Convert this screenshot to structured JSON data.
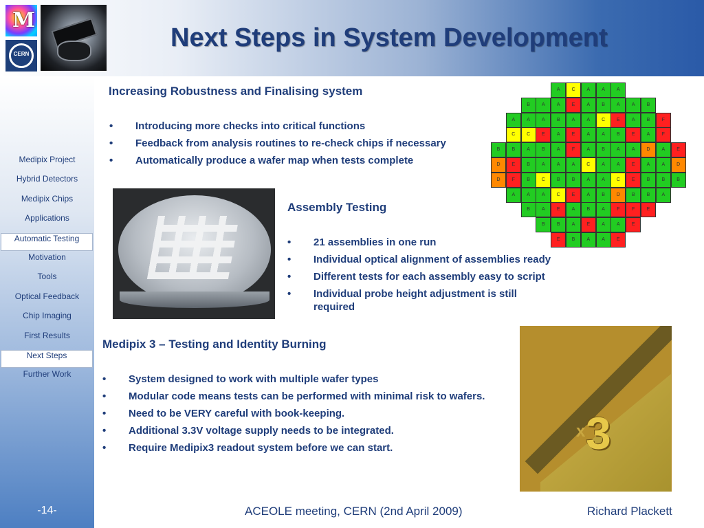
{
  "header": {
    "title": "Next Steps in System Development",
    "logo_top_text": "M",
    "logo_cern_text": "CERN"
  },
  "sidebar": {
    "items": [
      {
        "label": "Medipix Project",
        "active": false
      },
      {
        "label": "Hybrid Detectors",
        "active": false
      },
      {
        "label": "Medipix Chips",
        "active": false
      },
      {
        "label": "Applications",
        "active": false
      },
      {
        "label": "Automatic Testing",
        "active": true
      },
      {
        "label": "Motivation",
        "active": false
      },
      {
        "label": "Tools",
        "active": false
      },
      {
        "label": "Optical Feedback",
        "active": false
      },
      {
        "label": "Chip Imaging",
        "active": false
      },
      {
        "label": "First Results",
        "active": false
      },
      {
        "label": "Next Steps",
        "active": true
      },
      {
        "label": "Further Work",
        "active": false
      }
    ],
    "page_number": "-14-"
  },
  "section1": {
    "heading": "Increasing Robustness and Finalising system",
    "bullets": [
      "Introducing more checks into critical functions",
      "Feedback from analysis routines to re-check chips if necessary",
      "Automatically produce a wafer map when tests complete"
    ]
  },
  "section2": {
    "heading": "Assembly Testing",
    "bullets": [
      "21 assemblies in one run",
      "Individual optical alignment of assemblies ready",
      "Different tests for each assembly easy to script",
      "Individual probe height adjustment is still required"
    ]
  },
  "section3": {
    "heading": "Medipix 3 – Testing and Identity Burning",
    "bullets": [
      "System designed to work with multiple wafer types",
      "Modular code means tests can be performed with minimal risk to wafers.",
      "Need to be VERY careful with book-keeping.",
      "Additional  3.3V voltage supply needs to be integrated.",
      "Require Medipix3 readout system before we can start."
    ]
  },
  "wafer_map": {
    "colors": {
      "A": "#22cc22",
      "B": "#22cc22",
      "C": "#ffff00",
      "D": "#ff8800",
      "E": "#ff2020",
      "F": "#ff2020"
    },
    "rows": [
      {
        "start": 4,
        "cells": [
          "A",
          "C",
          "A",
          "A",
          "A"
        ]
      },
      {
        "start": 2,
        "cells": [
          "B",
          "A",
          "A",
          "E",
          "A",
          "B",
          "A",
          "A",
          "B"
        ]
      },
      {
        "start": 1,
        "cells": [
          "A",
          "A",
          "A",
          "B",
          "A",
          "A",
          "C",
          "E",
          "A",
          "B",
          "F"
        ]
      },
      {
        "start": 1,
        "cells": [
          "C",
          "C",
          "E",
          "A",
          "E",
          "A",
          "A",
          "B",
          "E",
          "A",
          "F"
        ]
      },
      {
        "start": 0,
        "cells": [
          "B",
          "B",
          "A",
          "B",
          "A",
          "F",
          "A",
          "B",
          "A",
          "A",
          "D",
          "A",
          "E"
        ]
      },
      {
        "start": 0,
        "cells": [
          "D",
          "E",
          "B",
          "A",
          "A",
          "A",
          "C",
          "A",
          "A",
          "E",
          "A",
          "A",
          "D"
        ]
      },
      {
        "start": 0,
        "cells": [
          "D",
          "F",
          "B",
          "C",
          "B",
          "B",
          "A",
          "A",
          "C",
          "E",
          "B",
          "B",
          "B"
        ]
      },
      {
        "start": 1,
        "cells": [
          "A",
          "A",
          "A",
          "C",
          "E",
          "A",
          "B",
          "D",
          "B",
          "B",
          "A"
        ]
      },
      {
        "start": 2,
        "cells": [
          "B",
          "A",
          "E",
          "A",
          "B",
          "A",
          "F",
          "F",
          "E"
        ]
      },
      {
        "start": 3,
        "cells": [
          "B",
          "B",
          "A",
          "E",
          "A",
          "A",
          "E"
        ]
      },
      {
        "start": 4,
        "cells": [
          "E",
          "B",
          "A",
          "A",
          "E"
        ]
      }
    ]
  },
  "photos": {
    "chip_label": "3",
    "chip_prefix": "x"
  },
  "footer": {
    "meeting": "ACEOLE meeting, CERN (2nd April 2009)",
    "author": "Richard Plackett"
  }
}
